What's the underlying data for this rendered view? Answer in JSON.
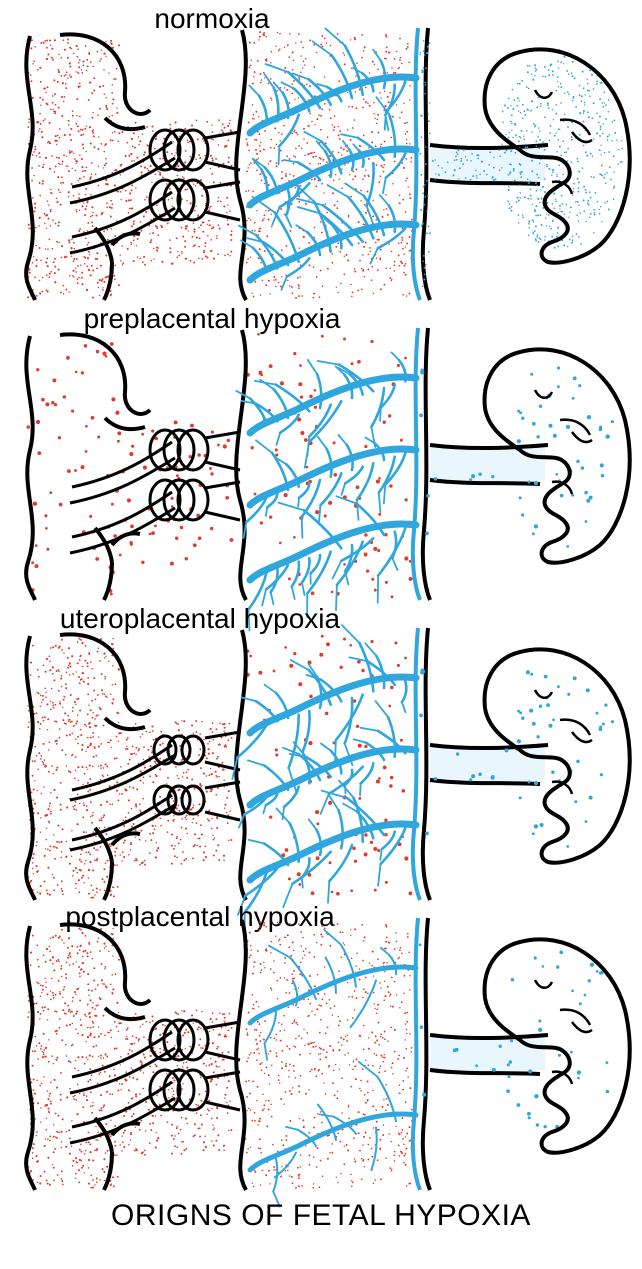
{
  "colors": {
    "maternal": "#e03a2a",
    "fetal": "#2fa6de",
    "outline": "#000000",
    "background": "#ffffff"
  },
  "panels": [
    {
      "label": "normoxia",
      "maternal_density": "dense",
      "villi": "full",
      "fetal_density": "dense",
      "red_in_placenta": "dense",
      "constricted_arteries": false
    },
    {
      "label": "preplacental hypoxia",
      "maternal_density": "sparse",
      "villi": "full",
      "fetal_density": "sparse",
      "red_in_placenta": "sparse",
      "constricted_arteries": false
    },
    {
      "label": "uteroplacental hypoxia",
      "maternal_density": "dense",
      "villi": "full",
      "fetal_density": "sparse",
      "red_in_placenta": "sparse",
      "constricted_arteries": true
    },
    {
      "label": "postplacental hypoxia",
      "maternal_density": "dense",
      "villi": "reduced",
      "fetal_density": "sparse",
      "red_in_placenta": "dense",
      "constricted_arteries": false
    }
  ],
  "title": "ORIGNS OF FETAL HYPOXIA"
}
